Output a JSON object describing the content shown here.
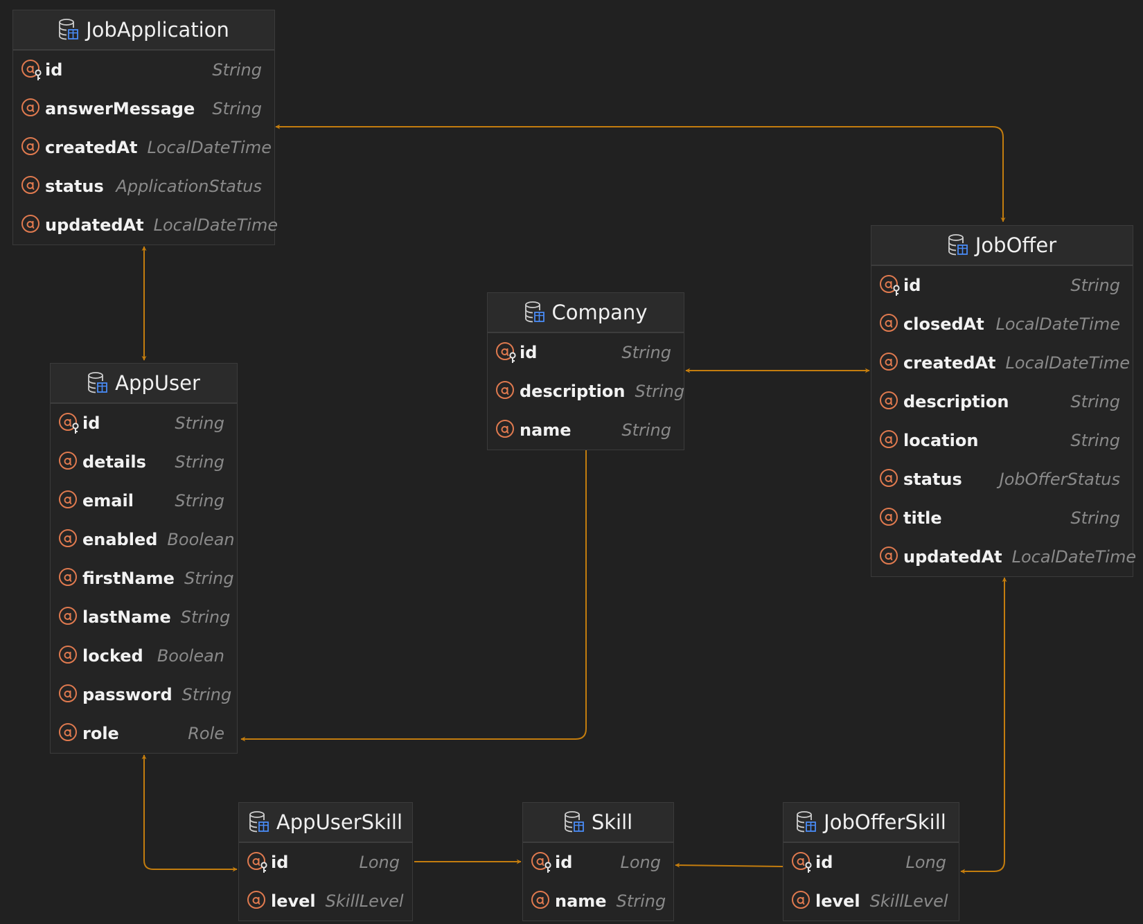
{
  "colors": {
    "background": "#212121",
    "edge": "#c47d0e",
    "field_icon": "#e07a4f",
    "db_icon_accent": "#4a8cf7"
  },
  "icons": {
    "entity": "database-table-icon",
    "field": "attribute-icon",
    "key_field": "primary-key-attribute-icon"
  },
  "entities": {
    "jobapplication": {
      "name": "JobApplication",
      "fields": [
        {
          "name": "id",
          "type": "String",
          "key": true
        },
        {
          "name": "answerMessage",
          "type": "String",
          "key": false
        },
        {
          "name": "createdAt",
          "type": "LocalDateTime",
          "key": false
        },
        {
          "name": "status",
          "type": "ApplicationStatus",
          "key": false
        },
        {
          "name": "updatedAt",
          "type": "LocalDateTime",
          "key": false
        }
      ]
    },
    "joboffer": {
      "name": "JobOffer",
      "fields": [
        {
          "name": "id",
          "type": "String",
          "key": true
        },
        {
          "name": "closedAt",
          "type": "LocalDateTime",
          "key": false
        },
        {
          "name": "createdAt",
          "type": "LocalDateTime",
          "key": false
        },
        {
          "name": "description",
          "type": "String",
          "key": false
        },
        {
          "name": "location",
          "type": "String",
          "key": false
        },
        {
          "name": "status",
          "type": "JobOfferStatus",
          "key": false
        },
        {
          "name": "title",
          "type": "String",
          "key": false
        },
        {
          "name": "updatedAt",
          "type": "LocalDateTime",
          "key": false
        }
      ]
    },
    "company": {
      "name": "Company",
      "fields": [
        {
          "name": "id",
          "type": "String",
          "key": true
        },
        {
          "name": "description",
          "type": "String",
          "key": false
        },
        {
          "name": "name",
          "type": "String",
          "key": false
        }
      ]
    },
    "appuser": {
      "name": "AppUser",
      "fields": [
        {
          "name": "id",
          "type": "String",
          "key": true
        },
        {
          "name": "details",
          "type": "String",
          "key": false
        },
        {
          "name": "email",
          "type": "String",
          "key": false
        },
        {
          "name": "enabled",
          "type": "Boolean",
          "key": false
        },
        {
          "name": "firstName",
          "type": "String",
          "key": false
        },
        {
          "name": "lastName",
          "type": "String",
          "key": false
        },
        {
          "name": "locked",
          "type": "Boolean",
          "key": false
        },
        {
          "name": "password",
          "type": "String",
          "key": false
        },
        {
          "name": "role",
          "type": "Role",
          "key": false
        }
      ]
    },
    "appuserskill": {
      "name": "AppUserSkill",
      "fields": [
        {
          "name": "id",
          "type": "Long",
          "key": true
        },
        {
          "name": "level",
          "type": "SkillLevel",
          "key": false
        }
      ]
    },
    "skill": {
      "name": "Skill",
      "fields": [
        {
          "name": "id",
          "type": "Long",
          "key": true
        },
        {
          "name": "name",
          "type": "String",
          "key": false
        }
      ]
    },
    "jobofferskill": {
      "name": "JobOfferSkill",
      "fields": [
        {
          "name": "id",
          "type": "Long",
          "key": true
        },
        {
          "name": "level",
          "type": "SkillLevel",
          "key": false
        }
      ]
    }
  },
  "relations": [
    {
      "from": "JobApplication",
      "to": "JobOffer",
      "ends": "both"
    },
    {
      "from": "JobApplication",
      "to": "AppUser",
      "ends": "both"
    },
    {
      "from": "Company",
      "to": "JobOffer",
      "ends": "both"
    },
    {
      "from": "Company",
      "to": "AppUser",
      "ends": "to"
    },
    {
      "from": "AppUser",
      "to": "AppUserSkill",
      "ends": "both"
    },
    {
      "from": "AppUserSkill",
      "to": "Skill",
      "ends": "to"
    },
    {
      "from": "JobOfferSkill",
      "to": "Skill",
      "ends": "to"
    },
    {
      "from": "JobOffer",
      "to": "JobOfferSkill",
      "ends": "both"
    }
  ]
}
